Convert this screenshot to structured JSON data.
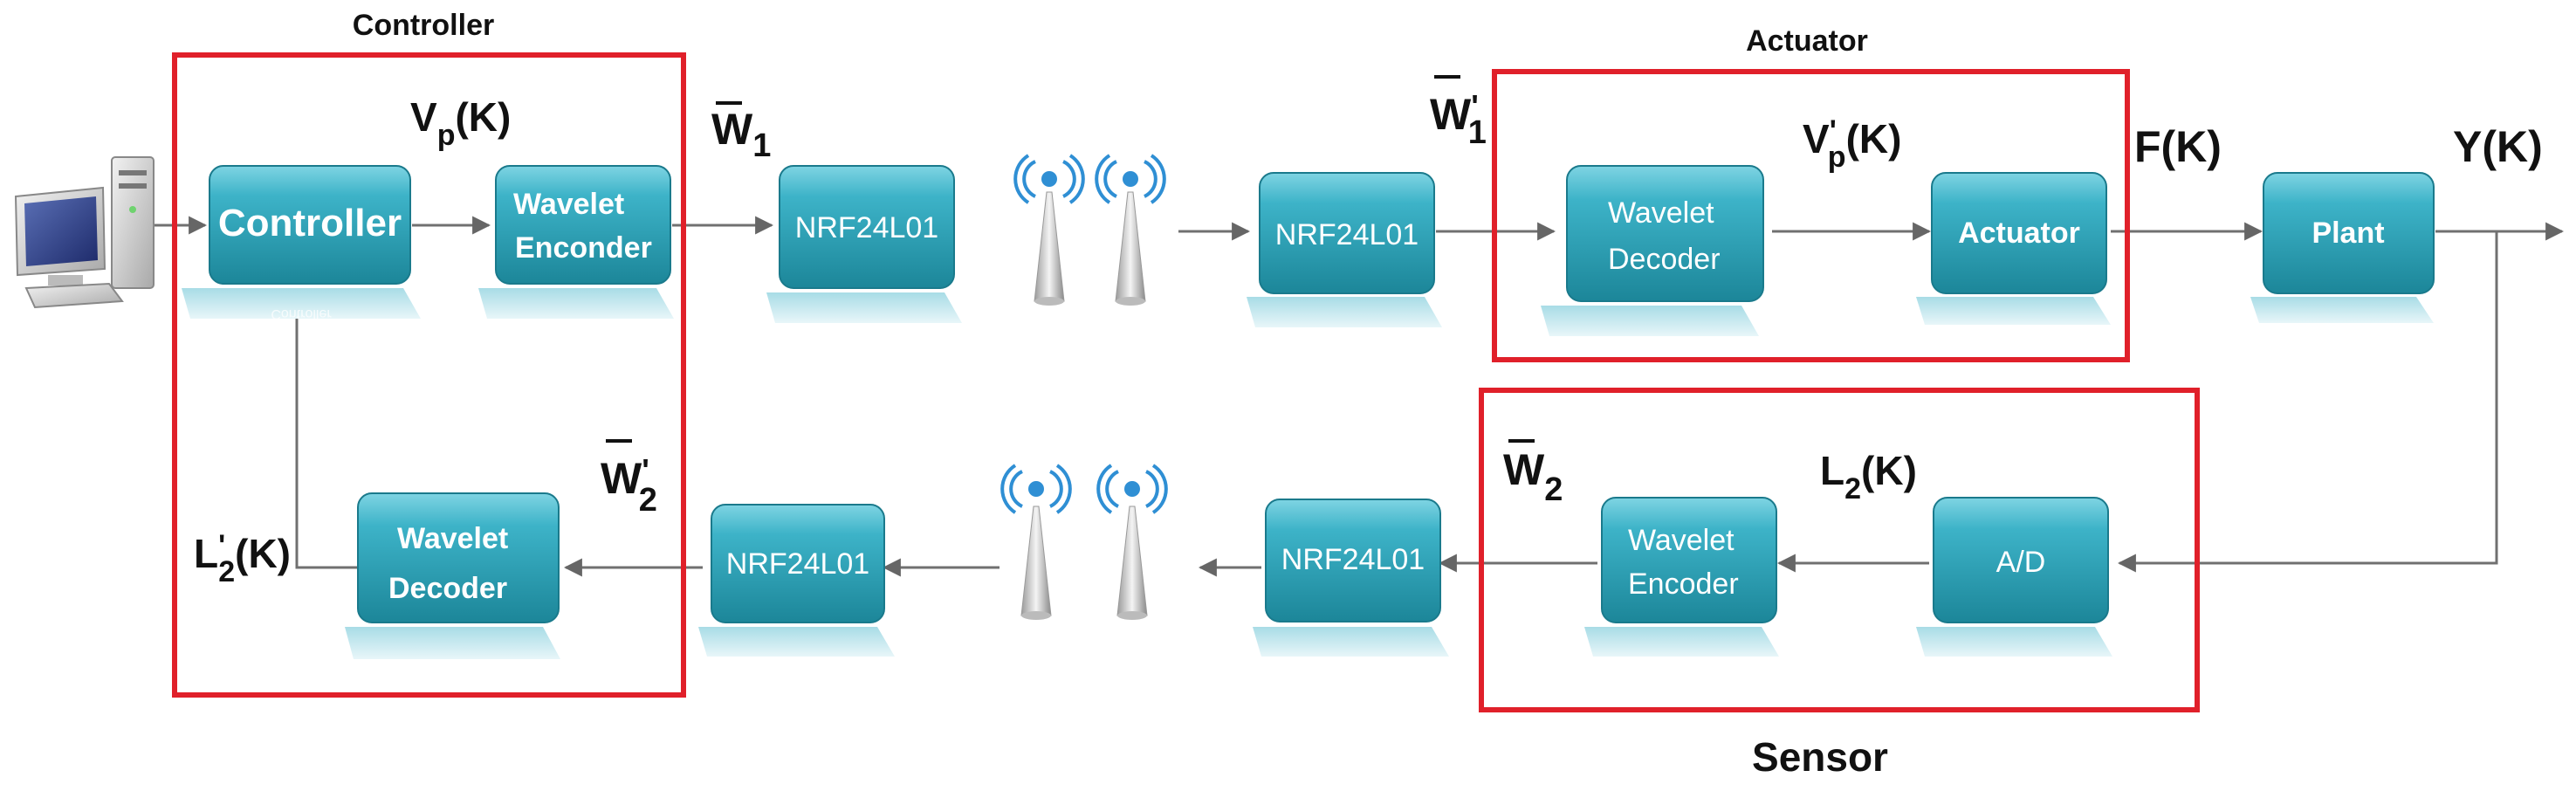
{
  "groups": {
    "controller": "Controller",
    "actuator": "Actuator",
    "sensor": "Sensor"
  },
  "blocks": {
    "controller": "Controller",
    "wavelet_encoder_top": [
      "Wavelet",
      "Enconder"
    ],
    "nrf_1": "NRF24L01",
    "nrf_2": "NRF24L01",
    "wavelet_decoder_act": [
      "Wavelet",
      "Decoder"
    ],
    "actuator": "Actuator",
    "plant": "Plant",
    "ad": "A/D",
    "wavelet_encoder_sensor": [
      "Wavelet",
      "Encoder"
    ],
    "nrf_3": "NRF24L01",
    "nrf_4": "NRF24L01",
    "wavelet_decoder_ctrl": [
      "Wavelet",
      "Decoder"
    ]
  },
  "signals": {
    "vp": {
      "base": "V",
      "sub": "p",
      "tail": "(K)"
    },
    "w1": {
      "base": "W",
      "sub": "1",
      "prime": ""
    },
    "w1p": {
      "base": "W",
      "sub": "1",
      "prime": "'"
    },
    "vpp": {
      "base": "V",
      "sub": "p",
      "sup": "'",
      "tail": "(K)"
    },
    "fk": "F(K)",
    "yk": "Y(K)",
    "l2": {
      "base": "L",
      "sub": "2",
      "tail": "(K)"
    },
    "w2": {
      "base": "W",
      "sub": "2",
      "prime": ""
    },
    "w2p": {
      "base": "W",
      "sub": "2",
      "prime": "'"
    },
    "l2p": {
      "base": "L",
      "sub": "2",
      "sup": "'",
      "tail": "(K)"
    }
  },
  "colors": {
    "block_fill": "#2fa7bd",
    "block_dark": "#1d7f92",
    "group_border": "#e0202a",
    "wire": "#666666"
  },
  "icons": [
    "computer-icon",
    "antenna-icon"
  ]
}
